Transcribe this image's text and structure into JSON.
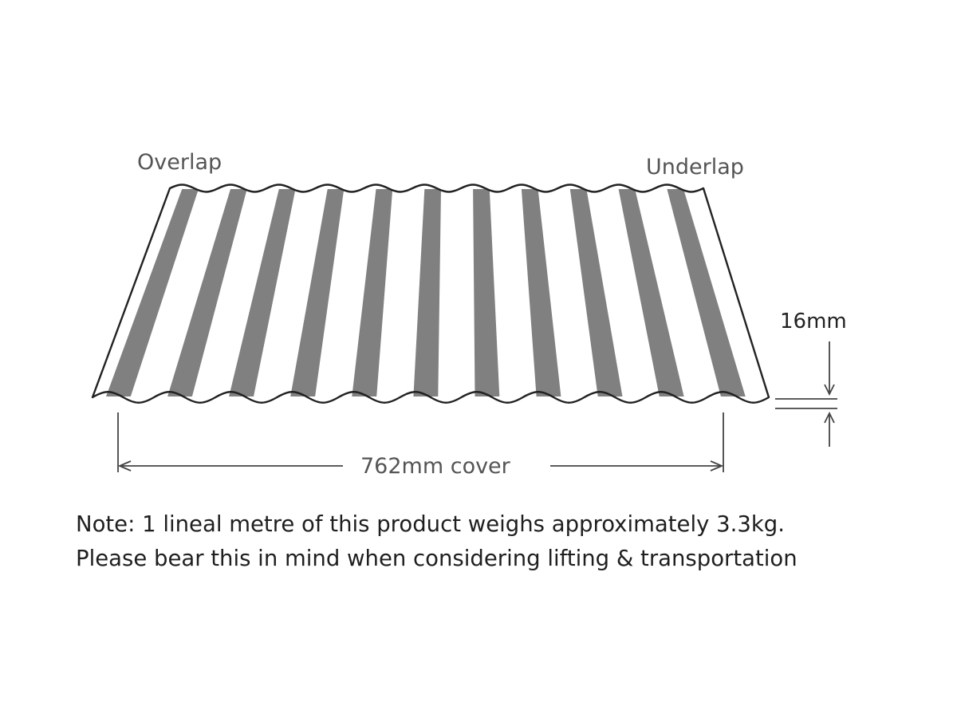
{
  "labels": {
    "overlap": "Overlap",
    "underlap": "Underlap",
    "height": "16mm",
    "cover": "762mm cover"
  },
  "note": {
    "line1": "Note: 1 lineal metre  of this product weighs  approximately 3.3kg.",
    "line2": "Please bear this in mind when considering lifting & transportation"
  },
  "colors": {
    "stripe": "#808080",
    "outline": "#222222",
    "dimension": "#444444",
    "label": "#555555",
    "note": "#1f1f1f"
  }
}
